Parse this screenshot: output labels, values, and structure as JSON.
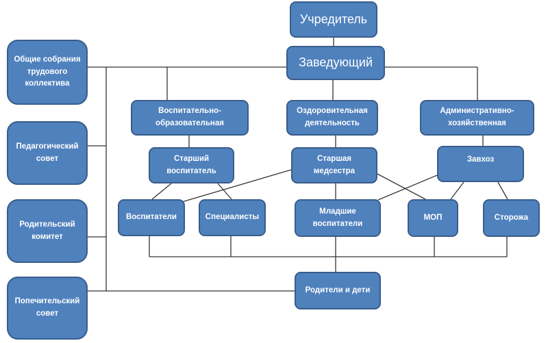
{
  "boxes": {
    "founder": "Учредитель",
    "head": "Заведующий",
    "general_meeting": "Общие собрания трудового коллектива",
    "pedagogical_council": "Педагогический совет",
    "parent_committee": "Родительский комитет",
    "board_of_trustees": "Попечительский совет",
    "educational": "Воспитательно-образовательная",
    "health": "Оздоровительная деятельность",
    "administrative": "Административно-хозяйственная",
    "senior_educator": "Старший воспитатель",
    "senior_nurse": "Старшая медсестра",
    "supply_manager": "Завхоз",
    "educators": "Воспитатели",
    "specialists": "Специалисты",
    "junior_educators": "Младшие воспитатели",
    "mop": "МОП",
    "guards": "Сторожа",
    "parents_children": "Родители и дети"
  },
  "colors": {
    "fill": "#4f81bd",
    "border": "#385d8a",
    "line": "#333333"
  }
}
